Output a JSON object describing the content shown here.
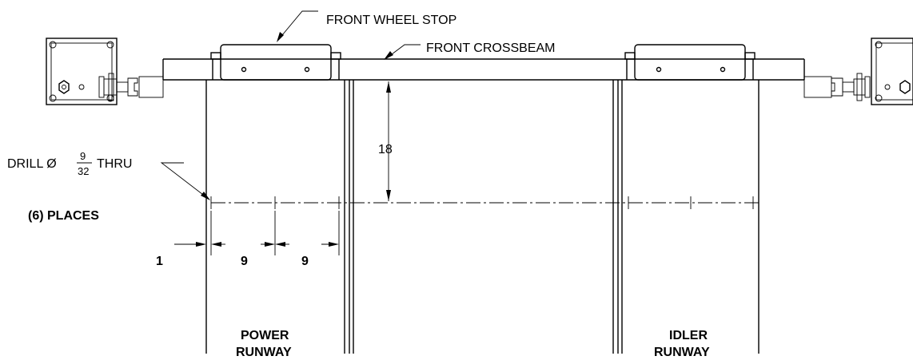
{
  "labels": {
    "front_wheel_stop": "FRONT WHEEL STOP",
    "front_crossbeam": "FRONT CROSSBEAM",
    "drill_prefix": "DRILL Ø",
    "drill_num": "9",
    "drill_den": "32",
    "drill_suffix": "THRU",
    "places": "(6) PLACES",
    "power_runway_line1": "POWER",
    "power_runway_line2": "RUNWAY",
    "idler_runway_line1": "IDLER",
    "idler_runway_line2": "RUNWAY"
  },
  "dimensions": {
    "vertical_offset": "18",
    "edge_offset": "1",
    "spacing_1": "9",
    "spacing_2": "9"
  },
  "colors": {
    "line": "#000000",
    "background": "#ffffff"
  }
}
